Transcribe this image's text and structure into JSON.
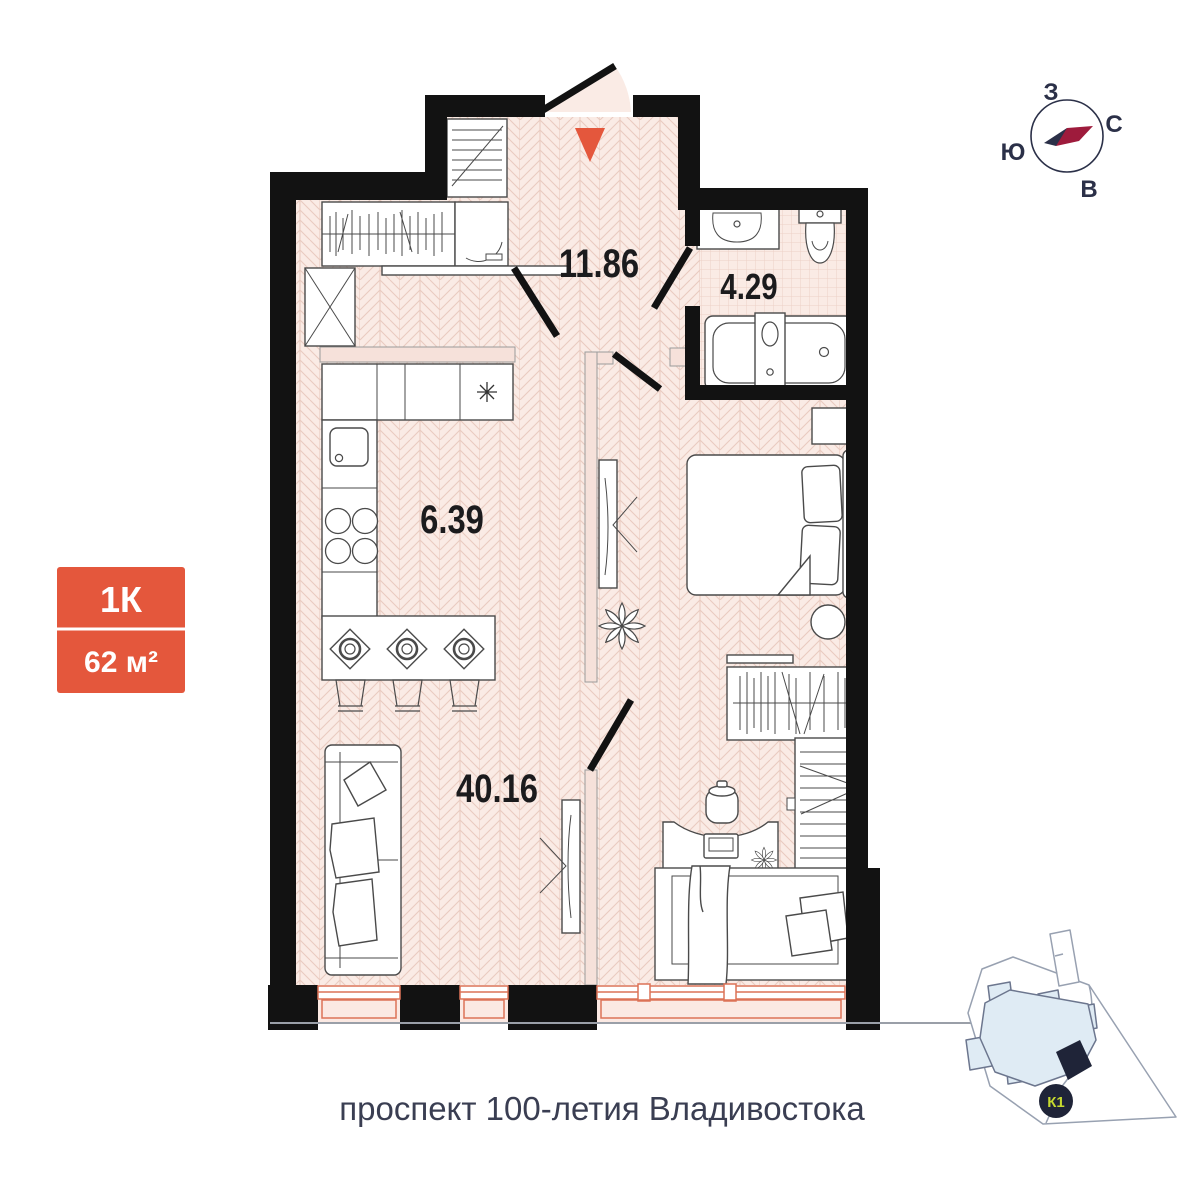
{
  "page": {
    "type": "apartment-floor-plan"
  },
  "badge": {
    "rooms": "1К",
    "area": "62 м²"
  },
  "rooms": [
    {
      "id": "hallway",
      "area": "11.86"
    },
    {
      "id": "bathroom",
      "area": "4.29"
    },
    {
      "id": "kitchen",
      "area": "6.39"
    },
    {
      "id": "living-room",
      "area": "40.16"
    }
  ],
  "compass": {
    "west": "З",
    "north": "С",
    "south": "Ю",
    "east": "В"
  },
  "street_label": "проспект 100-летия Владивостока",
  "site_map": {
    "building_label": "К1"
  },
  "colors": {
    "accent_orange": "#e4573c",
    "wall_black": "#121212",
    "floor_background": "#faebe5",
    "floor_pattern_line": "#eacbc0",
    "window_frame": "#dc7257",
    "navy": "#2b3048",
    "street_text": "#3a3e52",
    "map_building_fill": "#dfebf4",
    "map_dark_building": "#1f2438",
    "k1_label": "#c6d92f"
  }
}
